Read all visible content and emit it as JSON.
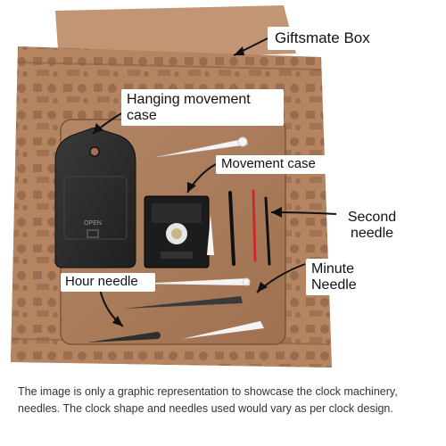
{
  "labels": {
    "box": "Giftsmate Box",
    "hanging_case": "Hanging movement case",
    "movement_case": "Movement case",
    "second_needle": "Second needle",
    "minute_needle": "Minute Needle",
    "hour_needle": "Hour needle"
  },
  "device": {
    "open_text": "OPEN"
  },
  "caption": {
    "line1": "The image is only a graphic representation to showcase the clock machinery,",
    "line2": "needles.  The clock shape and needles used would vary as per clock design."
  },
  "colors": {
    "cardboard": "#b58562",
    "board": "#a97c5a",
    "case": "#2a2a2a",
    "second_needle": "#cc2a2a",
    "white_needle": "#f4f4f4"
  }
}
